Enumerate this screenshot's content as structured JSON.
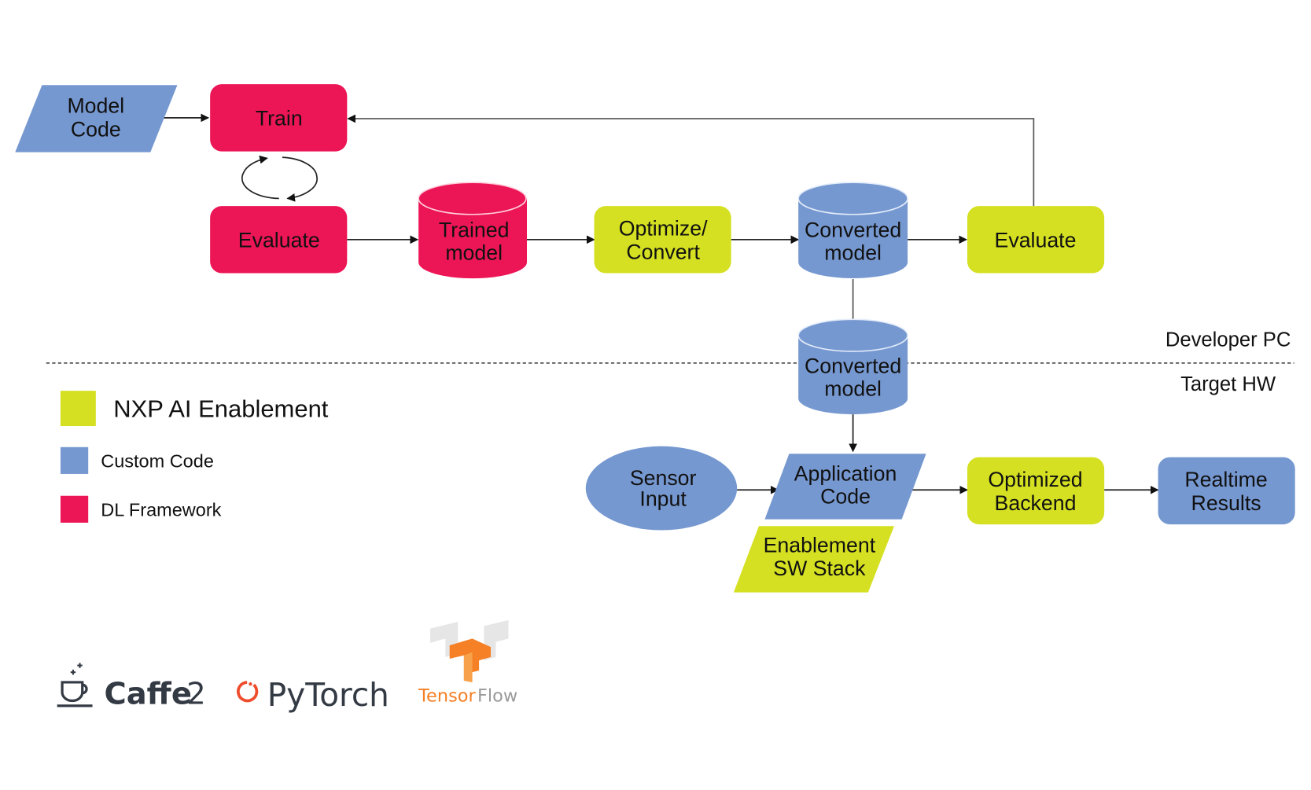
{
  "colors": {
    "nxp": "#d4e021",
    "custom": "#7698d0",
    "dl": "#ec1556",
    "text": "#111111",
    "tensorflow_orange": "#f58025",
    "pytorch_red": "#ee4c2c",
    "caffe_dark": "#333a44"
  },
  "regions": {
    "upper": "Developer PC",
    "lower": "Target HW"
  },
  "nodes": {
    "model_code": {
      "line1": "Model",
      "line2": "Code",
      "category": "custom",
      "shape": "parallelogram"
    },
    "train": {
      "line1": "Train",
      "category": "dl",
      "shape": "rounded-rect"
    },
    "evaluate_dl": {
      "line1": "Evaluate",
      "category": "dl",
      "shape": "rounded-rect"
    },
    "trained_model": {
      "line1": "Trained",
      "line2": "model",
      "category": "dl",
      "shape": "cylinder"
    },
    "optimize_convert": {
      "line1": "Optimize/",
      "line2": "Convert",
      "category": "nxp",
      "shape": "rounded-rect"
    },
    "converted_model_pc": {
      "line1": "Converted",
      "line2": "model",
      "category": "custom",
      "shape": "cylinder"
    },
    "evaluate_nxp": {
      "line1": "Evaluate",
      "category": "nxp",
      "shape": "rounded-rect"
    },
    "converted_model_hw": {
      "line1": "Converted",
      "line2": "model",
      "category": "custom",
      "shape": "cylinder"
    },
    "sensor_input": {
      "line1": "Sensor",
      "line2": "Input",
      "category": "custom",
      "shape": "ellipse"
    },
    "application_code": {
      "line1": "Application",
      "line2": "Code",
      "category": "custom",
      "shape": "parallelogram"
    },
    "enablement_sw_stack": {
      "line1": "Enablement",
      "line2": "SW Stack",
      "category": "nxp",
      "shape": "parallelogram"
    },
    "optimized_backend": {
      "line1": "Optimized",
      "line2": "Backend",
      "category": "nxp",
      "shape": "rounded-rect"
    },
    "realtime_results": {
      "line1": "Realtime",
      "line2": "Results",
      "category": "custom",
      "shape": "rounded-rect"
    }
  },
  "edges": [
    {
      "from": "model_code",
      "to": "train"
    },
    {
      "from": "train",
      "to": "evaluate_dl",
      "type": "cycle"
    },
    {
      "from": "evaluate_dl",
      "to": "trained_model"
    },
    {
      "from": "trained_model",
      "to": "optimize_convert"
    },
    {
      "from": "optimize_convert",
      "to": "converted_model_pc"
    },
    {
      "from": "converted_model_pc",
      "to": "evaluate_nxp"
    },
    {
      "from": "evaluate_nxp",
      "to": "train",
      "type": "feedback"
    },
    {
      "from": "converted_model_pc",
      "to": "converted_model_hw",
      "type": "line"
    },
    {
      "from": "converted_model_hw",
      "to": "application_code"
    },
    {
      "from": "sensor_input",
      "to": "application_code"
    },
    {
      "from": "application_code",
      "to": "optimized_backend"
    },
    {
      "from": "optimized_backend",
      "to": "realtime_results"
    }
  ],
  "legend": [
    {
      "label": "NXP AI Enablement",
      "category": "nxp"
    },
    {
      "label": "Custom Code",
      "category": "custom"
    },
    {
      "label": "DL Framework",
      "category": "dl"
    }
  ],
  "logos": {
    "caffe2": {
      "text_bold": "Caffe",
      "text_light": "2",
      "icon": "coffee-cup-icon"
    },
    "pytorch": {
      "text": "PyTorch",
      "icon": "pytorch-flame-icon"
    },
    "tensorflow": {
      "text_a": "Tensor",
      "text_b": "Flow",
      "icon": "tensorflow-cube-icon"
    }
  }
}
